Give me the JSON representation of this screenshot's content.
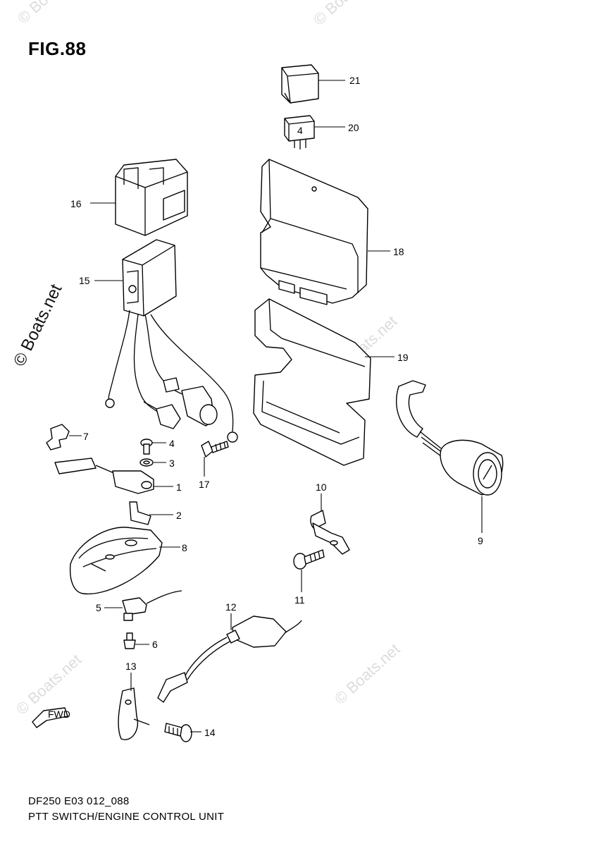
{
  "figure": {
    "title": "FIG.88"
  },
  "footer": {
    "code": "DF250 E03 012_088",
    "caption": "PTT SWITCH/ENGINE CONTROL UNIT"
  },
  "watermark": {
    "main": "© Boats.net",
    "faint": "© Boats.net"
  },
  "fwd_label": "FWD",
  "callouts": {
    "p1": "1",
    "p2": "2",
    "p3": "3",
    "p4": "4",
    "p5": "5",
    "p6": "6",
    "p7": "7",
    "p8": "8",
    "p9": "9",
    "p10": "10",
    "p11": "11",
    "p12": "12",
    "p13": "13",
    "p14": "14",
    "p15": "15",
    "p16": "16",
    "p17": "17",
    "p18": "18",
    "p19": "19",
    "p20": "20",
    "p21": "21"
  }
}
